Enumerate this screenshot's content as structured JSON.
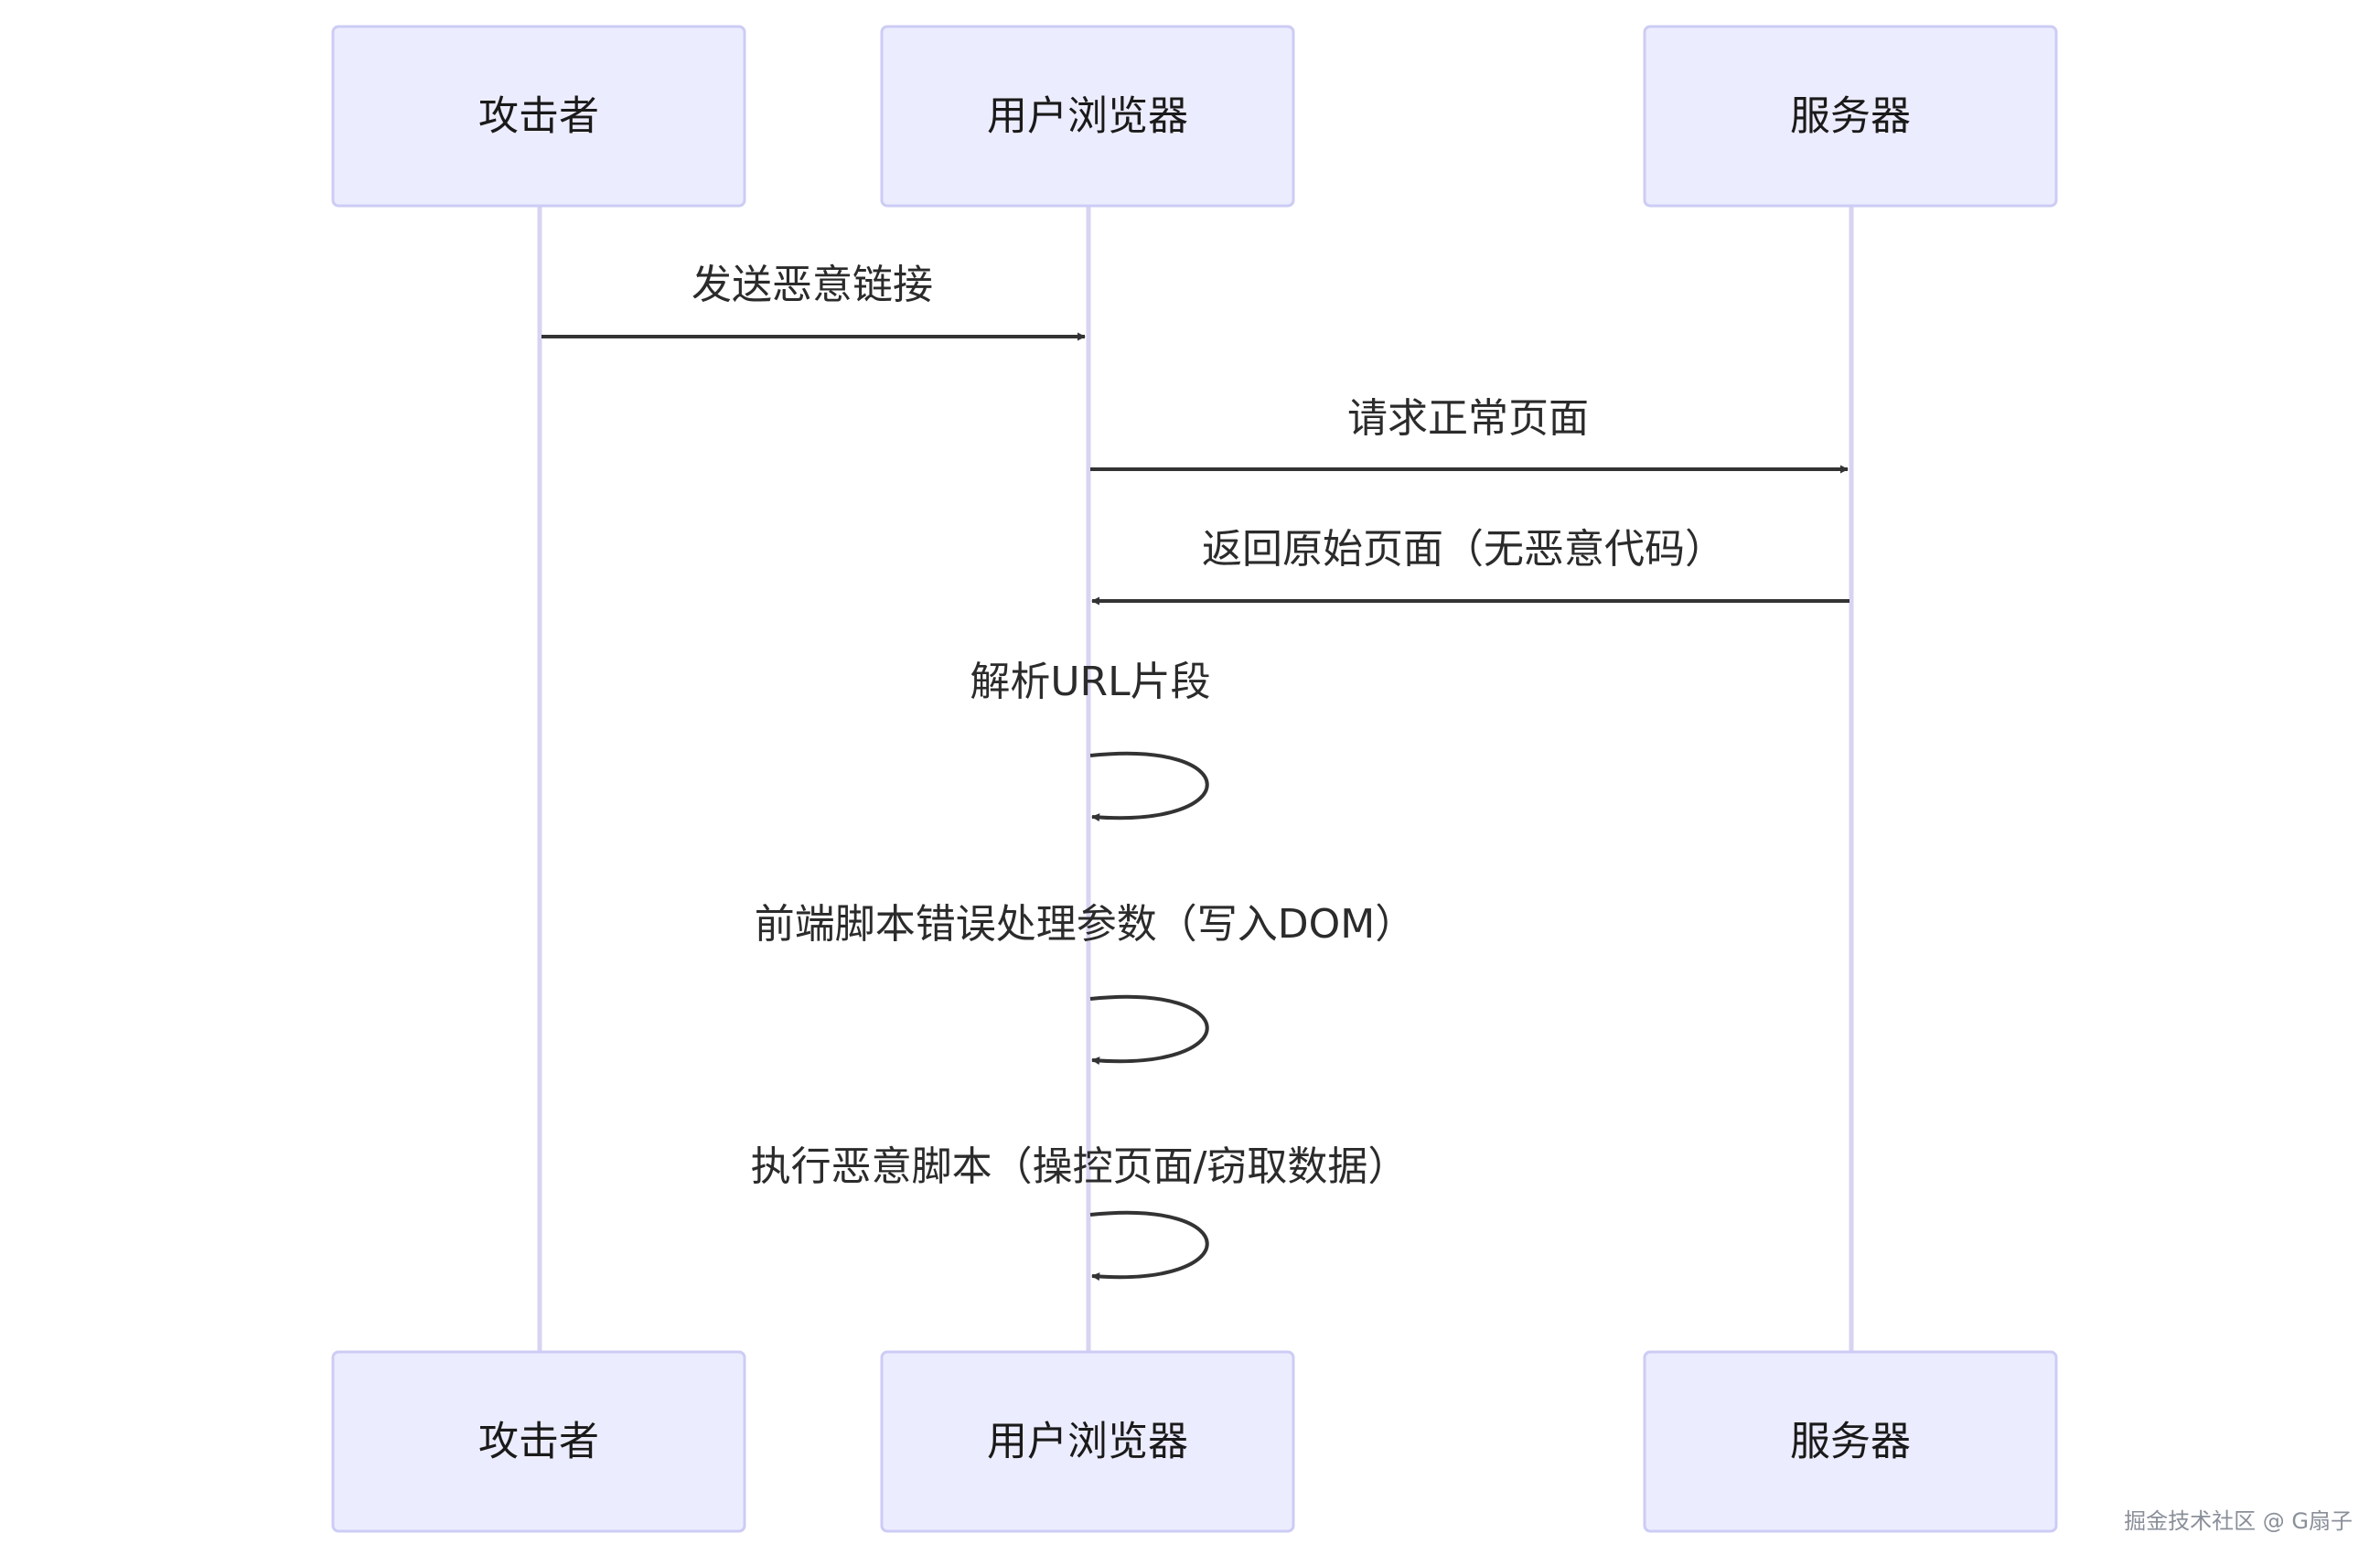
{
  "participants": {
    "attacker": "攻击者",
    "browser": "用户浏览器",
    "server": "服务器"
  },
  "messages": [
    {
      "from": "attacker",
      "to": "browser",
      "label": "发送恶意链接"
    },
    {
      "from": "browser",
      "to": "server",
      "label": "请求正常页面"
    },
    {
      "from": "server",
      "to": "browser",
      "label": "返回原始页面（无恶意代码）"
    },
    {
      "from": "browser",
      "to": "browser",
      "label": "解析URL片段"
    },
    {
      "from": "browser",
      "to": "browser",
      "label": "前端脚本错误处理参数（写入DOM）"
    },
    {
      "from": "browser",
      "to": "browser",
      "label": "执行恶意脚本（操控页面/窃取数据）"
    }
  ],
  "watermark": "掘金技术社区 @ G扇子"
}
